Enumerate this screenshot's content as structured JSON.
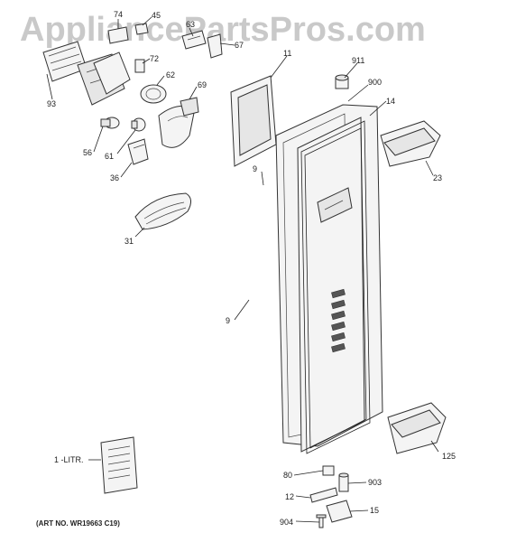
{
  "watermark": "AppliancePartsPros.com",
  "art_number": "(ART NO. WR19663 C19)",
  "literature_label": "1 -LITR.",
  "labels": {
    "p74": "74",
    "p45": "45",
    "p63": "63",
    "p67": "67",
    "p72": "72",
    "p62": "62",
    "p69": "69",
    "p93": "93",
    "p56": "56",
    "p61": "61",
    "p36": "36",
    "p31": "31",
    "p11": "11",
    "p911": "911",
    "p900": "900",
    "p14": "14",
    "p23": "23",
    "p9a": "9",
    "p9b": "9",
    "p125": "125",
    "p80": "80",
    "p903": "903",
    "p12": "12",
    "p15": "15",
    "p904": "904"
  }
}
